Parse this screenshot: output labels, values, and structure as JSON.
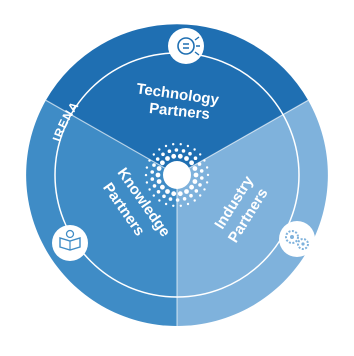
{
  "diagram": {
    "colors": {
      "technology": "#1f6fb2",
      "knowledge": "#3f8cc6",
      "industry": "#7fb2dc",
      "ring": "#ffffff"
    },
    "ring_label": "IRENA",
    "segments": [
      {
        "id": "technology",
        "label_line1": "Technology",
        "label_line2": "Partners",
        "icon": "lightbulb-gear-icon"
      },
      {
        "id": "knowledge",
        "label_line1": "Knowledge",
        "label_line2": "Partners",
        "icon": "book-icon"
      },
      {
        "id": "industry",
        "label_line1": "Industry",
        "label_line2": "Partners",
        "icon": "gears-icon"
      }
    ]
  }
}
